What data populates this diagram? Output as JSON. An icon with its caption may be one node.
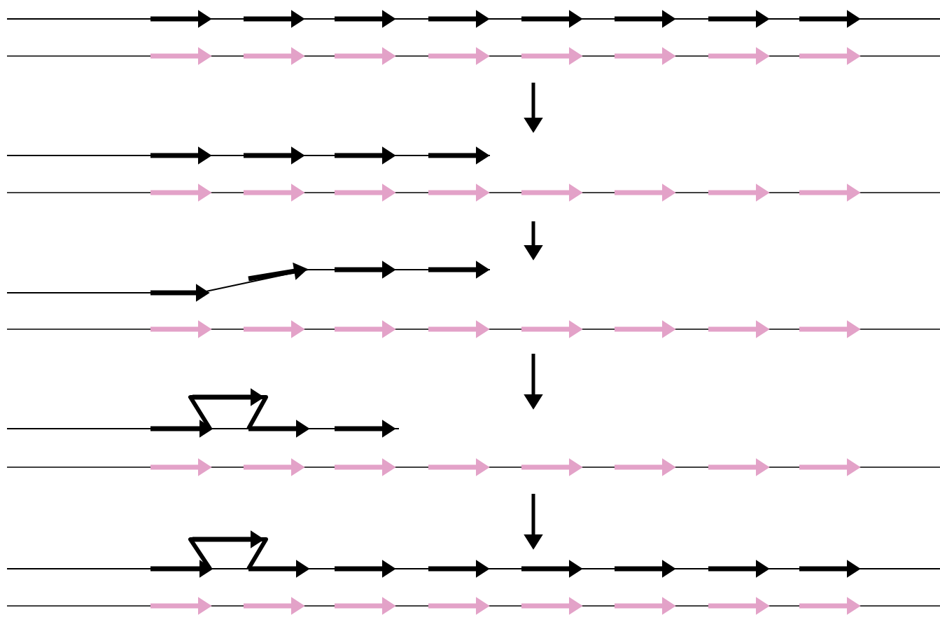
{
  "diagram": {
    "nodes": [
      {
        "text": [],
        "shape": "picture"
      },
      {
        "text": [],
        "shape": "picture"
      },
      {
        "text": [],
        "shape": "picture"
      },
      {
        "text": [],
        "shape": "picture"
      },
      {
        "text": [],
        "shape": "picture"
      }
    ],
    "edges": [
      {
        "from": 0,
        "to": 1,
        "arrow": "to"
      },
      {
        "from": 1,
        "to": 2,
        "arrow": "to"
      },
      {
        "from": 2,
        "to": 3,
        "arrow": "to"
      },
      {
        "from": 3,
        "to": 4,
        "arrow": "to"
      }
    ]
  }
}
